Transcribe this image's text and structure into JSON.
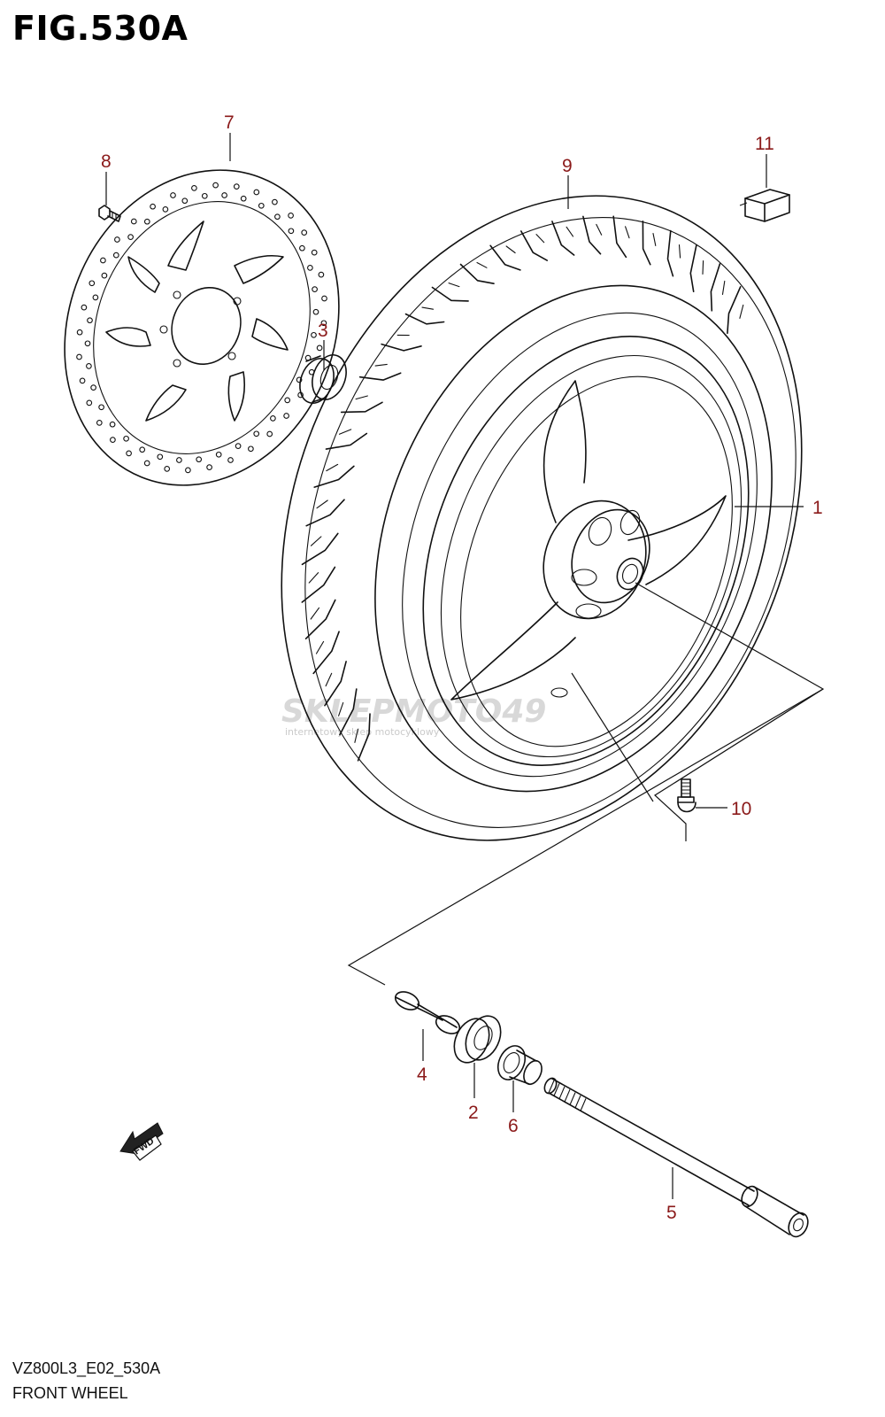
{
  "figure": {
    "title": "FIG.530A",
    "code": "VZ800L3_E02_530A",
    "name": "FRONT WHEEL"
  },
  "watermark": {
    "brand": "SKLEPMOTO49",
    "tagline": "internetowy sklep motocyklowy"
  },
  "fwd_label": "FWD",
  "callouts": [
    {
      "id": "c1",
      "label": "1",
      "part": "wheel"
    },
    {
      "id": "c2",
      "label": "2",
      "part": "bearing"
    },
    {
      "id": "c3",
      "label": "3",
      "part": "bearing"
    },
    {
      "id": "c4",
      "label": "4",
      "part": "spacer"
    },
    {
      "id": "c5",
      "label": "5",
      "part": "axle"
    },
    {
      "id": "c6",
      "label": "6",
      "part": "dust seal"
    },
    {
      "id": "c7",
      "label": "7",
      "part": "brake disc"
    },
    {
      "id": "c8",
      "label": "8",
      "part": "disc bolt"
    },
    {
      "id": "c9",
      "label": "9",
      "part": "tire"
    },
    {
      "id": "c10",
      "label": "10",
      "part": "valve"
    },
    {
      "id": "c11",
      "label": "11",
      "part": "balancer weight"
    }
  ]
}
